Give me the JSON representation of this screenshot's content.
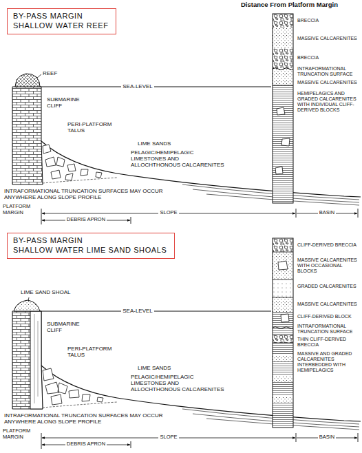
{
  "diagram": {
    "nodes": [
      {
        "text": [
          "BY-PASS MARGIN",
          "SHALLOW WATER REEF"
        ]
      },
      {
        "text": [
          "BY-PASS MARGIN",
          "SHALLOW WATER LIME SAND SHOALS"
        ]
      }
    ],
    "labels": [
      "Distance From Platform Margin",
      "REEF",
      "SEA-LEVEL",
      "SUBMARINE CLIFF",
      "PERI-PLATFORM TALUS",
      "LIME SANDS",
      "PELAGIC/HEMIPELAGIC LIMESTONES AND ALLOCHTHONOUS CALCARENITES",
      "INTRAFORMATIONAL TRUNCATION SURFACES MAY OCCUR ANYWHERE ALONG SLOPE PROFILE",
      "PLATFORM MARGIN",
      "DEBRIS APRON",
      "SLOPE",
      "BASIN",
      "BRECCIA",
      "MASSIVE CALCARENITES",
      "BRECCIA",
      "INTRAFORMATIONAL TRUNCATION SURFACE",
      "MASSIVE CALCARENITES",
      "HEMIPELAGICS AND GRADED CALCARENITES WITH INDIVIDUAL CLIFF-DERIVED BLOCKS",
      "LIME SAND SHOAL",
      "SEA-LEVEL",
      "SUBMARINE CLIFF",
      "PERI-PLATFORM TALUS",
      "LIME SANDS",
      "PELAGIC/HEMIPELAGIC LIMESTONES AND ALLOCHTHONOUS CALCARENITES",
      "INTRAFORMATIONAL TRUNCATION SURFACES MAY OCCUR ANYWHERE ALONG SLOPE PROFILE",
      "PLATFORM MARGIN",
      "DEBRIS APRON",
      "SLOPE",
      "BASIN",
      "CLIFF-DERIVED BRECCIA",
      "MASSIVE CALCARENITES WITH OCCASIONAL BLOCKS",
      "GRADED CALCARENITES",
      "MASSIVE CALCARENITES",
      "CLIFF-DERIVED BLOCK",
      "INTRAFORMATIONAL TRUNCATION SURFACE",
      "THIN CLIFF-DERIVED BRECCIA",
      "MASSIVE AND GRADED CALCARENITES INTERBEDDED WITH HEMIPELAGICS"
    ]
  }
}
